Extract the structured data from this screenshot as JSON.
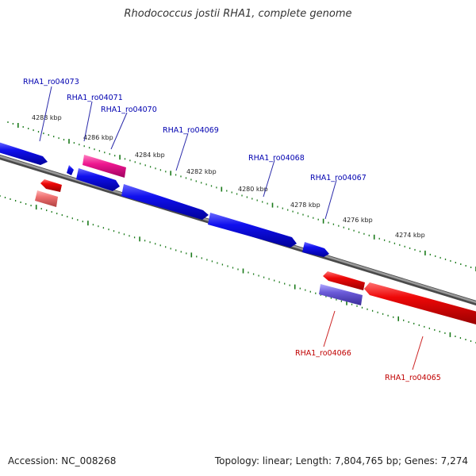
{
  "title": "Rhodococcus jostii RHA1, complete genome",
  "footer": {
    "accession": "Accession: NC_008268",
    "summary": "Topology: linear; Length: 7,804,765 bp; Genes: 7,274"
  },
  "scale": {
    "labels": [
      "4288 kbp",
      "4286 kbp",
      "4284 kbp",
      "4282 kbp",
      "4280 kbp",
      "4278 kbp",
      "4276 kbp",
      "4274 kbp"
    ]
  },
  "genes_forward": [
    {
      "name": "RHA1_ro04073"
    },
    {
      "name": "RHA1_ro04071"
    },
    {
      "name": "RHA1_ro04070"
    },
    {
      "name": "RHA1_ro04069"
    },
    {
      "name": "RHA1_ro04068"
    },
    {
      "name": "RHA1_ro04067"
    }
  ],
  "genes_reverse": [
    {
      "name": "RHA1_ro04066"
    },
    {
      "name": "RHA1_ro04065"
    }
  ],
  "colors": {
    "forward_gene": "#1010e8",
    "reverse_gene": "#e80808",
    "pink_feature": "#e8188c",
    "light_red_feature": "#e87070",
    "purple_feature": "#6a5ad0",
    "forward_label": "#0000b0",
    "reverse_label": "#c00000",
    "scale_ticks": "#1a7a1a",
    "backbone": "#808080"
  }
}
